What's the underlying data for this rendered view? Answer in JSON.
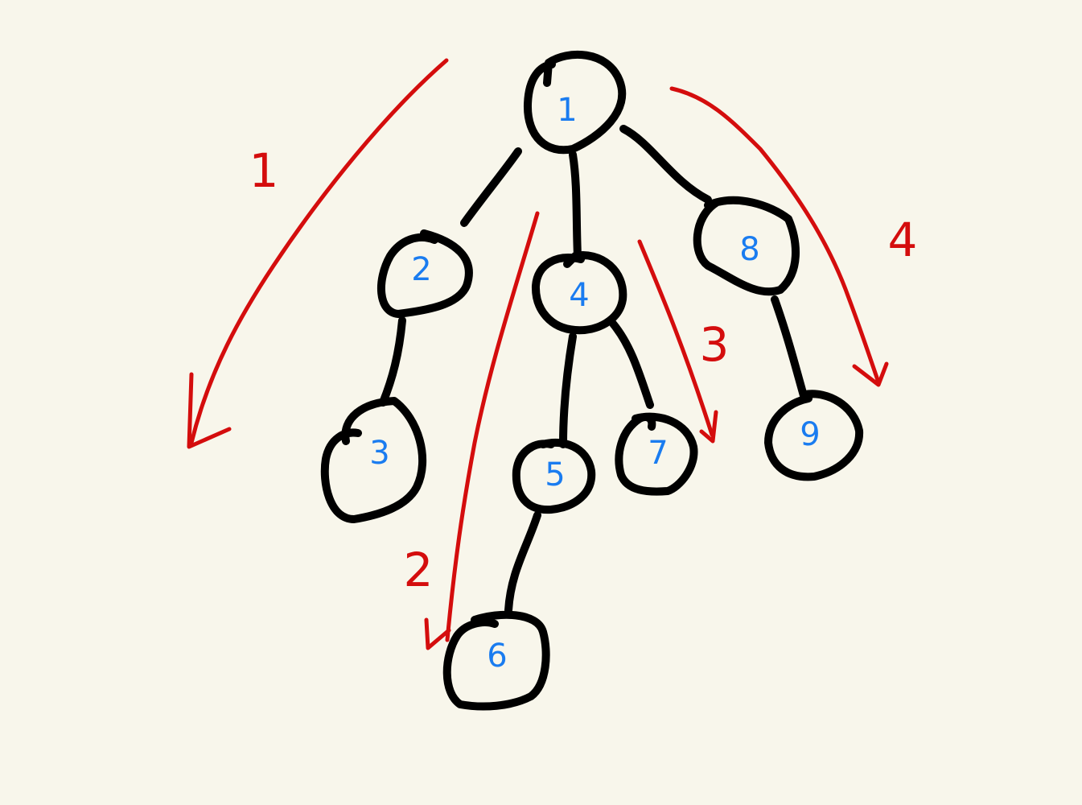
{
  "colors": {
    "background": "#f8f6eb",
    "node_stroke": "#000000",
    "node_label": "#1a7cf0",
    "arrow": "#d40d0d"
  },
  "tree": {
    "nodes": [
      {
        "id": "1",
        "label": "1"
      },
      {
        "id": "2",
        "label": "2"
      },
      {
        "id": "3",
        "label": "3"
      },
      {
        "id": "4",
        "label": "4"
      },
      {
        "id": "5",
        "label": "5"
      },
      {
        "id": "6",
        "label": "6"
      },
      {
        "id": "7",
        "label": "7"
      },
      {
        "id": "8",
        "label": "8"
      },
      {
        "id": "9",
        "label": "9"
      }
    ],
    "edges": [
      {
        "from": "1",
        "to": "2"
      },
      {
        "from": "1",
        "to": "4"
      },
      {
        "from": "1",
        "to": "8"
      },
      {
        "from": "2",
        "to": "3"
      },
      {
        "from": "4",
        "to": "5"
      },
      {
        "from": "4",
        "to": "7"
      },
      {
        "from": "5",
        "to": "6"
      },
      {
        "from": "8",
        "to": "9"
      }
    ]
  },
  "arrows": [
    {
      "label": "1"
    },
    {
      "label": "2"
    },
    {
      "label": "3"
    },
    {
      "label": "4"
    }
  ]
}
